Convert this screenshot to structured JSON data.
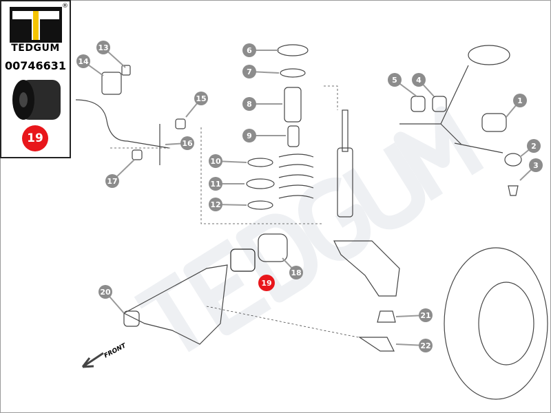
{
  "brand": {
    "name": "TEDGUM",
    "part_number": "00746631",
    "highlight_position": "19",
    "registered_mark": "®"
  },
  "watermark": "TEDGUM",
  "direction_label": "FRONT",
  "callouts": [
    "1",
    "2",
    "3",
    "4",
    "5",
    "6",
    "7",
    "8",
    "9",
    "10",
    "11",
    "12",
    "13",
    "14",
    "15",
    "16",
    "17",
    "18",
    "19",
    "20",
    "21",
    "22"
  ],
  "colors": {
    "callout": "#8c8c8c",
    "highlight": "#e8161b",
    "line": "#555555"
  }
}
